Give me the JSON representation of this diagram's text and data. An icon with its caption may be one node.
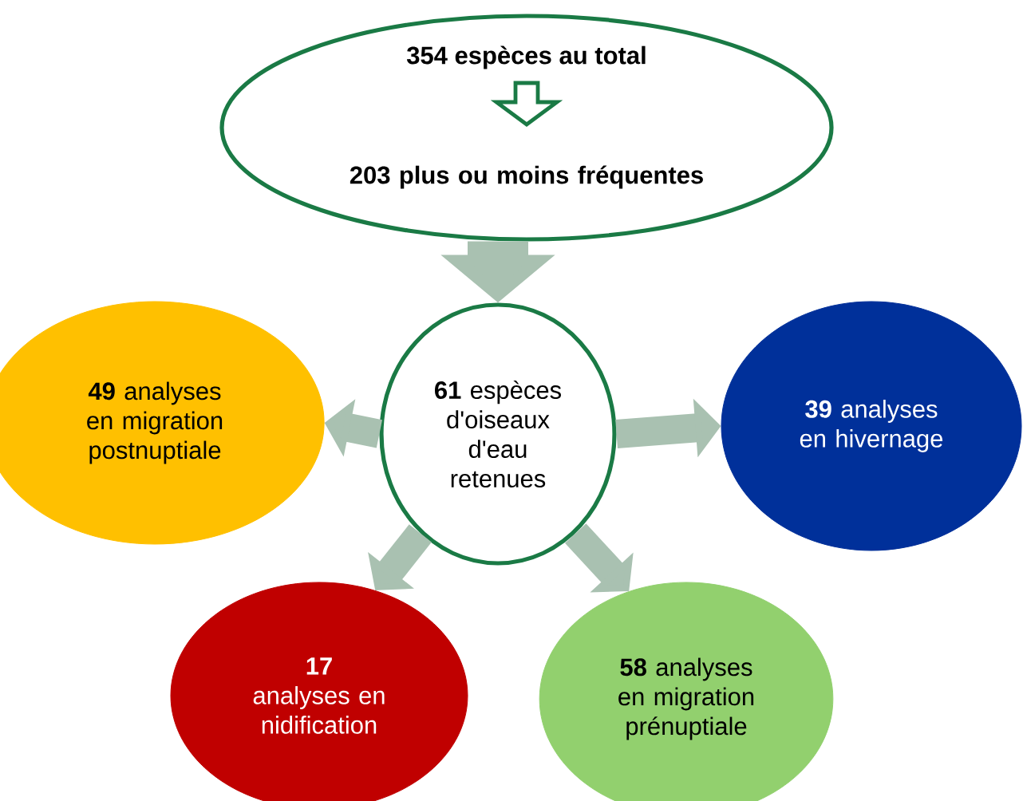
{
  "diagram": {
    "nodes": [
      {
        "text": [
          "354 espèces au total",
          "203 plus ou moins fréquentes"
        ]
      },
      {
        "text": [
          "**61** espèces d'oiseaux d'eau retenues"
        ]
      },
      {
        "text": [
          "**49** analyses en migration postnuptiale"
        ]
      },
      {
        "text": [
          "**39** analyses en hivernage"
        ]
      },
      {
        "text": [
          "**17** analyses en nidification"
        ]
      },
      {
        "text": [
          "**58** analyses en migration prénuptiale"
        ]
      }
    ],
    "edges": [
      {
        "from": 0,
        "to": 1,
        "arrow": "to",
        "style": "thick"
      },
      {
        "from": 1,
        "to": 2,
        "arrow": "to"
      },
      {
        "from": 1,
        "to": 3,
        "arrow": "to"
      },
      {
        "from": 1,
        "to": 4,
        "arrow": "to"
      },
      {
        "from": 1,
        "to": 5,
        "arrow": "to"
      }
    ]
  }
}
